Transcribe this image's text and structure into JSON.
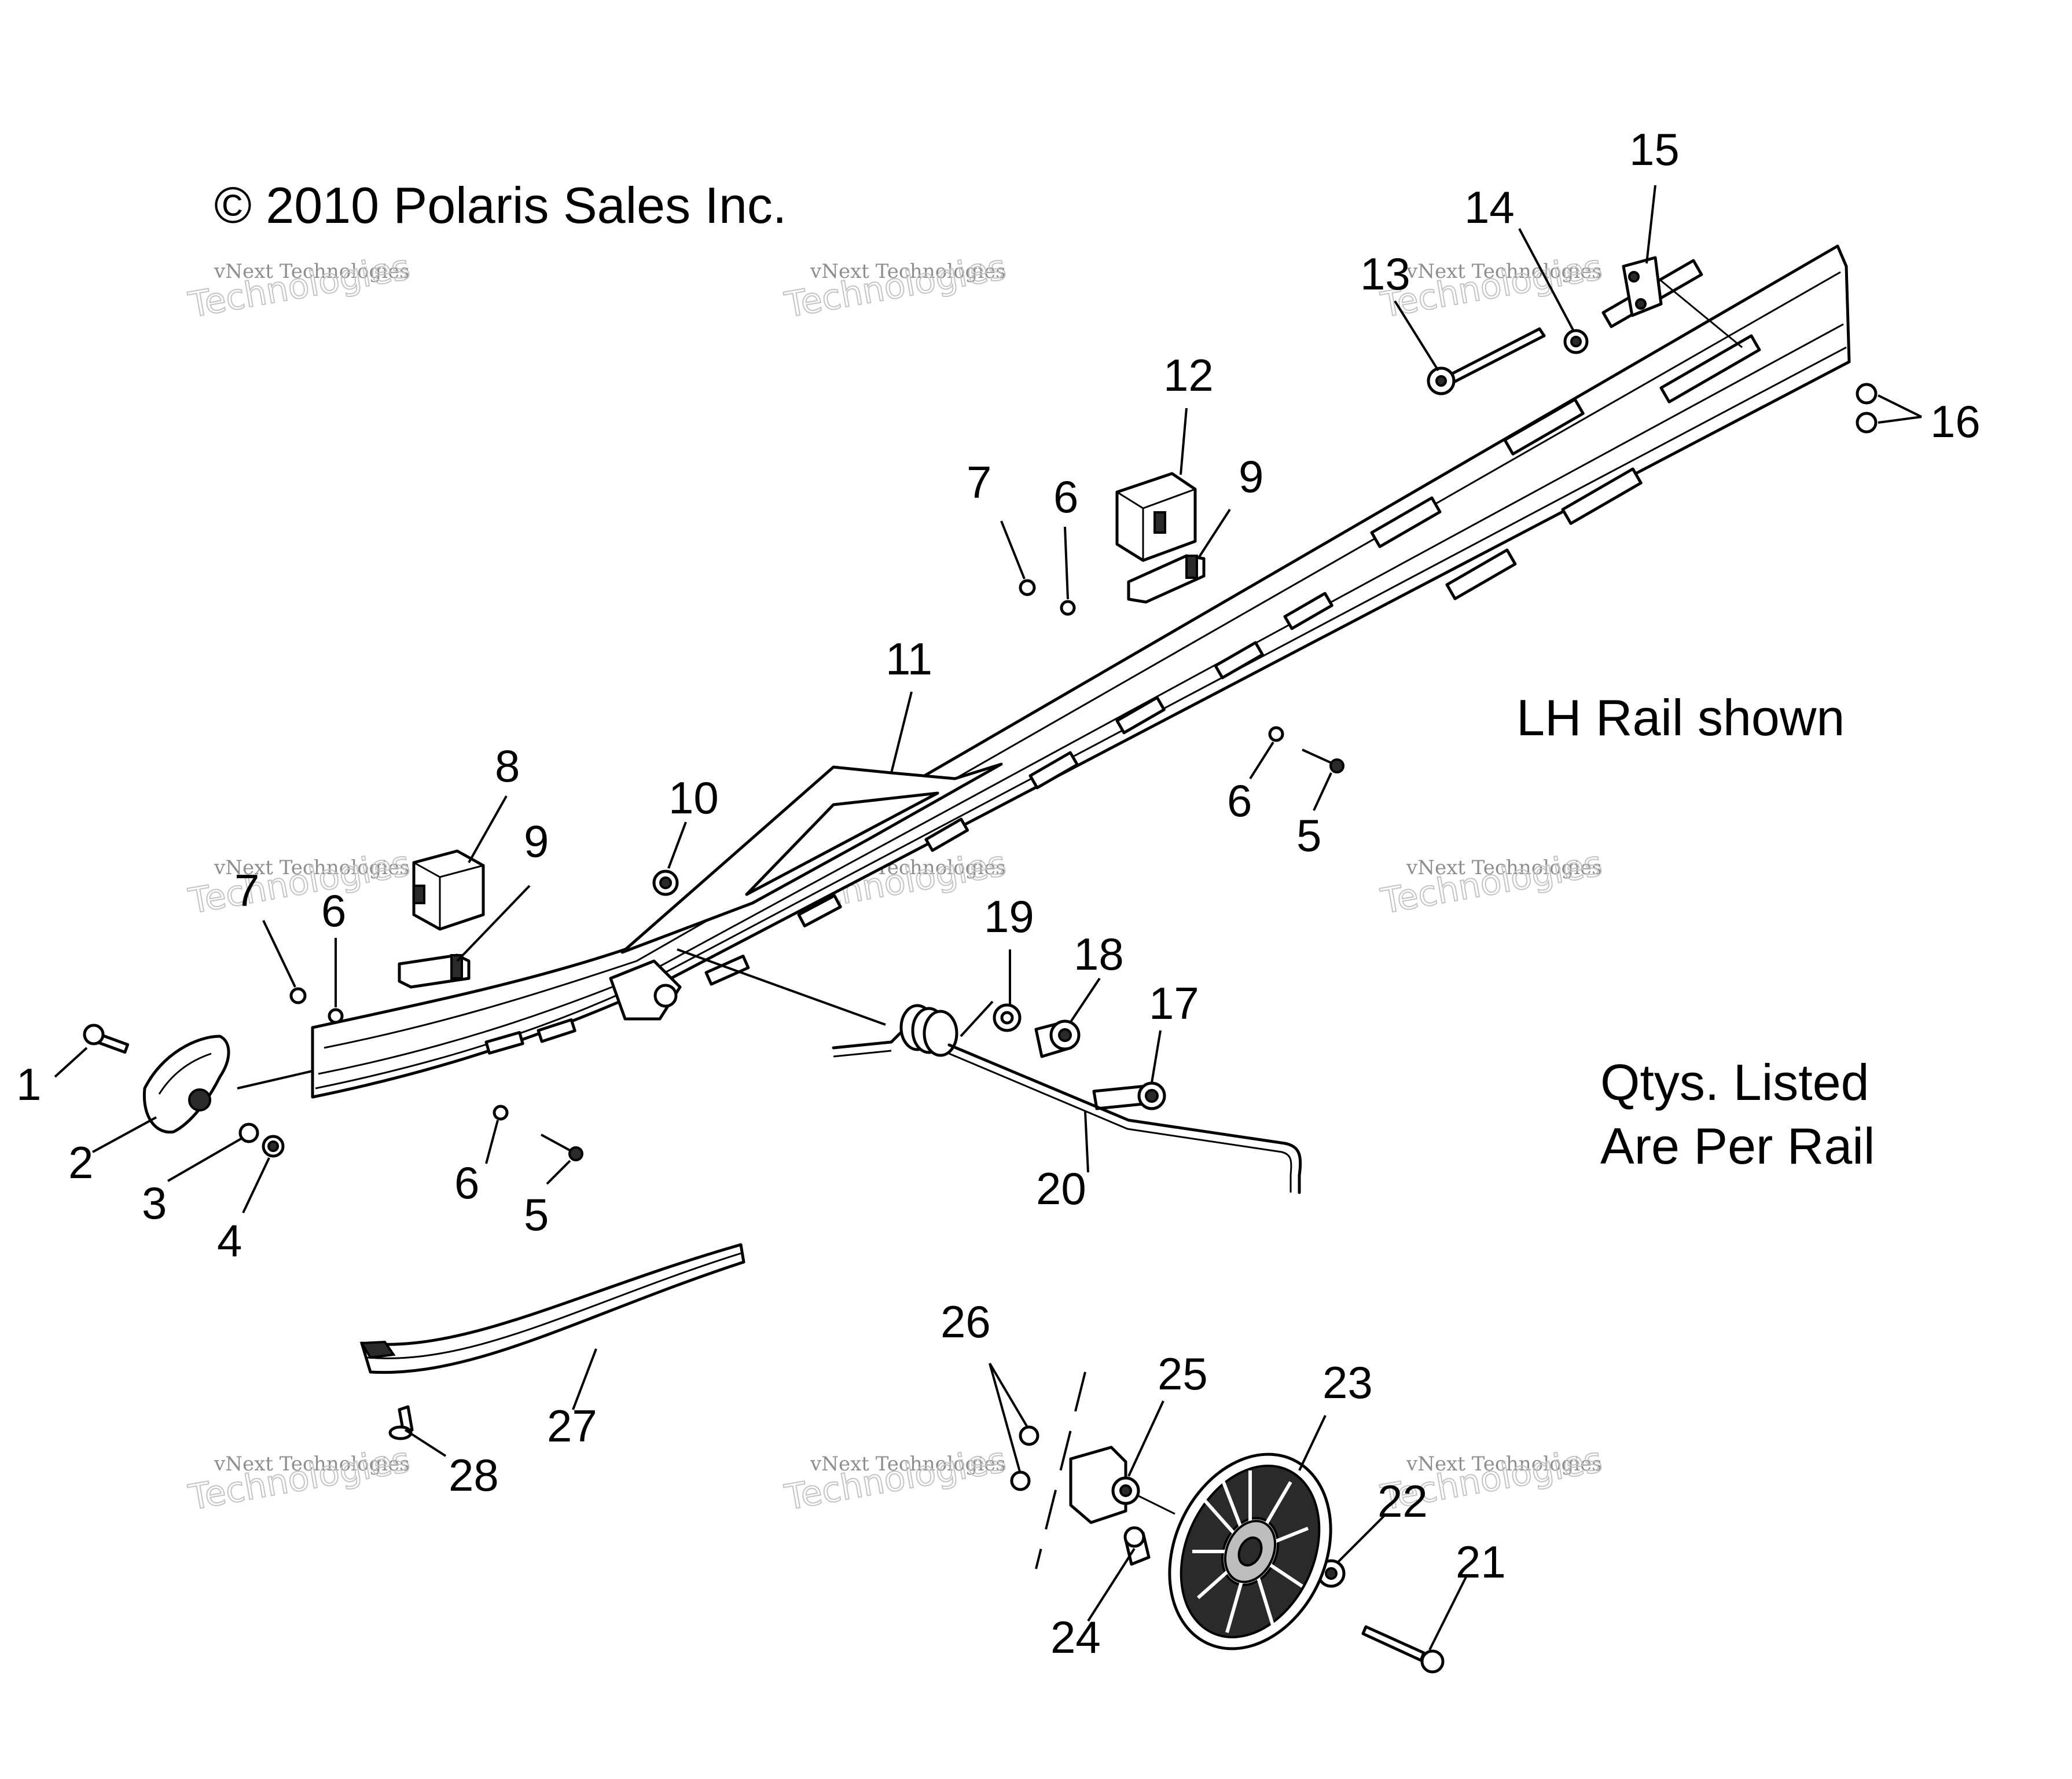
{
  "copyright": "© 2010 Polaris Sales Inc.",
  "notes": {
    "rail_side": "LH Rail shown",
    "qty_line1": "Qtys. Listed",
    "qty_line2": "Are Per Rail"
  },
  "watermark": {
    "line1": "vNext Technologies",
    "line2": "Technologies"
  },
  "callouts": {
    "c1": "1",
    "c2": "2",
    "c3": "3",
    "c4": "4",
    "c5a": "5",
    "c5b": "5",
    "c6a": "6",
    "c6b": "6",
    "c6c": "6",
    "c6d": "6",
    "c7a": "7",
    "c7b": "7",
    "c8": "8",
    "c9a": "9",
    "c9b": "9",
    "c10": "10",
    "c11": "11",
    "c12": "12",
    "c13": "13",
    "c14": "14",
    "c15": "15",
    "c16": "16",
    "c17": "17",
    "c18": "18",
    "c19": "19",
    "c20": "20",
    "c21": "21",
    "c22": "22",
    "c23": "23",
    "c24": "24",
    "c25": "25",
    "c26": "26",
    "c27": "27",
    "c28": "28"
  }
}
